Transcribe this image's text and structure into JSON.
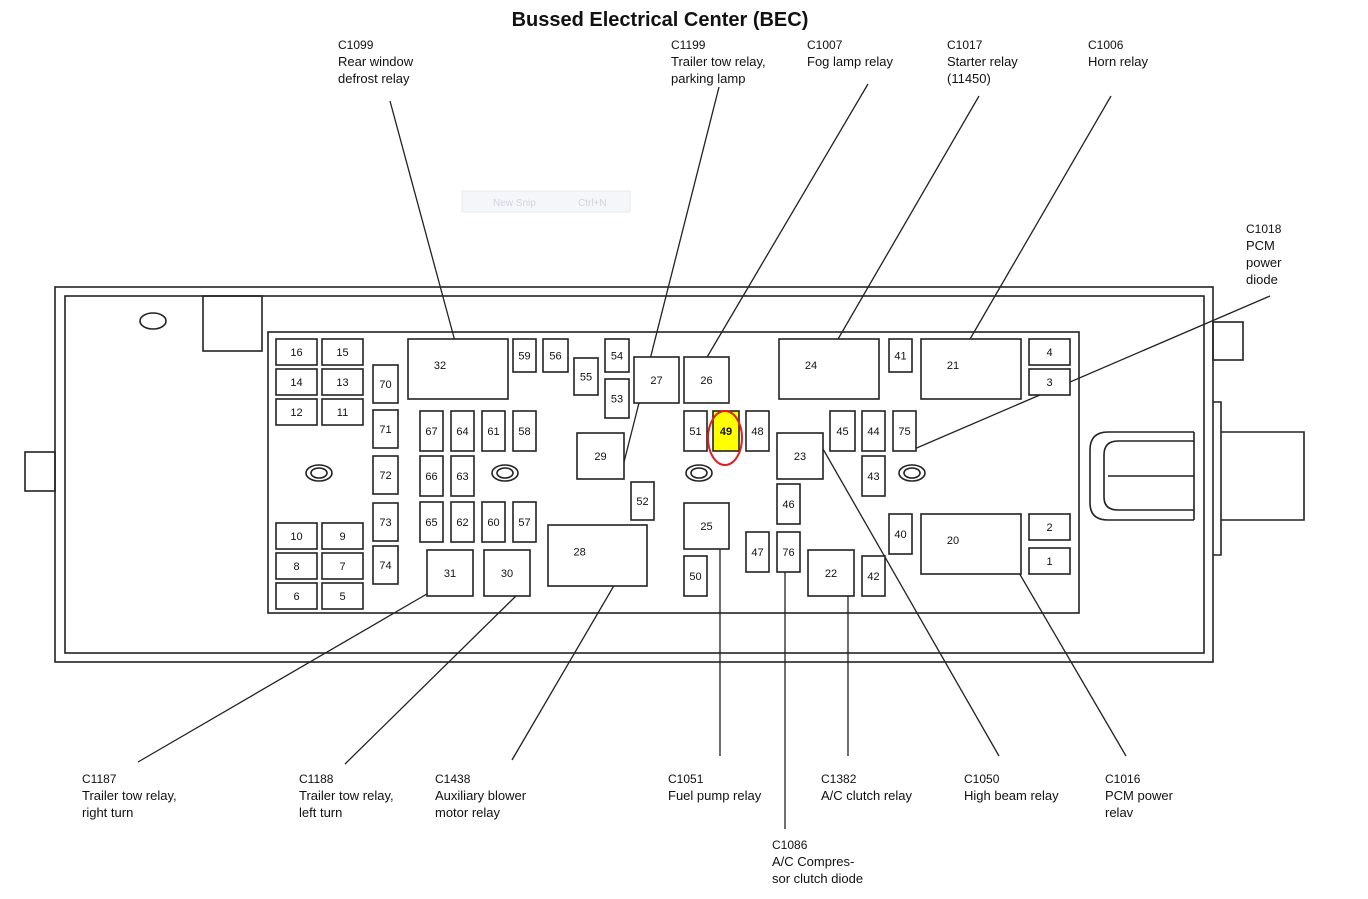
{
  "title": "Bussed Electrical Center (BEC)",
  "overlay": {
    "label": "New Snip",
    "shortcut": "Ctrl+N"
  },
  "highlight": {
    "fuse": "49",
    "fill": "#ffff00",
    "ring": "#e02020"
  },
  "fuses": [
    "16",
    "15",
    "14",
    "13",
    "12",
    "11",
    "10",
    "9",
    "8",
    "7",
    "6",
    "5",
    "70",
    "71",
    "72",
    "73",
    "74",
    "32",
    "59",
    "56",
    "55",
    "54",
    "53",
    "27",
    "26",
    "67",
    "64",
    "61",
    "58",
    "66",
    "63",
    "65",
    "62",
    "60",
    "57",
    "31",
    "30",
    "28",
    "29",
    "52",
    "51",
    "49",
    "48",
    "25",
    "50",
    "24",
    "41",
    "21",
    "4",
    "3",
    "23",
    "45",
    "44",
    "75",
    "43",
    "46",
    "47",
    "76",
    "22",
    "42",
    "40",
    "20",
    "2",
    "1"
  ],
  "callouts": [
    {
      "code": "C1099",
      "text": [
        "Rear window",
        "defrost relay"
      ]
    },
    {
      "code": "C1199",
      "text": [
        "Trailer tow relay,",
        "parking lamp"
      ]
    },
    {
      "code": "C1007",
      "text": [
        "Fog lamp relay"
      ]
    },
    {
      "code": "C1017",
      "text": [
        "Starter relay",
        "(11450)"
      ]
    },
    {
      "code": "C1006",
      "text": [
        "Horn relay"
      ]
    },
    {
      "code": "C1018",
      "text": [
        "PCM",
        "power",
        "diode"
      ]
    },
    {
      "code": "C1187",
      "text": [
        "Trailer tow relay,",
        "right turn"
      ]
    },
    {
      "code": "C1188",
      "text": [
        "Trailer tow relay,",
        "left turn"
      ]
    },
    {
      "code": "C1438",
      "text": [
        "Auxiliary blower",
        "motor relay"
      ]
    },
    {
      "code": "C1051",
      "text": [
        "Fuel pump relay"
      ]
    },
    {
      "code": "C1382",
      "text": [
        "A/C clutch relay"
      ]
    },
    {
      "code": "C1050",
      "text": [
        "High beam relay"
      ]
    },
    {
      "code": "C1016",
      "text": [
        "PCM power",
        "relav"
      ]
    },
    {
      "code": "C1086",
      "text": [
        "A/C Compres-",
        "sor clutch diode"
      ]
    }
  ]
}
